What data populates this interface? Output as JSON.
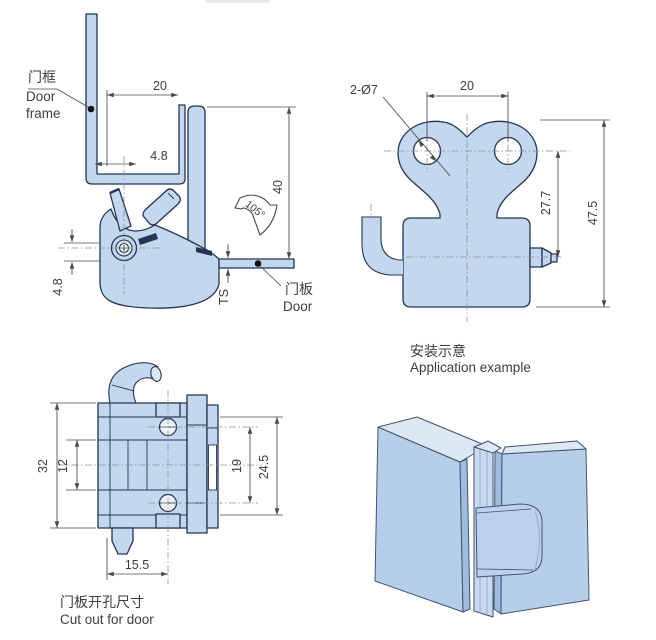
{
  "colors": {
    "part_fill": "#c3d7ee",
    "part_fill_light": "#dde8f5",
    "part_fill_mid": "#a6c1e1",
    "outline": "#243455",
    "dimension": "#4a4a4a",
    "centerline": "#8f8f8f",
    "label_text": "#3d3d3d"
  },
  "cross_section": {
    "frame_label_cn": "门框",
    "frame_label_en_line1": "Door",
    "frame_label_en_line2": "frame",
    "door_label_cn": "门板",
    "door_label_en": "Door",
    "dim_top_width": "20",
    "dim_pivot_offset": "4.8",
    "dim_height": "40",
    "dim_door_thickness": "TS",
    "dim_bottom_offset": "4.8",
    "open_angle": "105°"
  },
  "front_view": {
    "dim_holes": "2-Ø7",
    "dim_hole_pitch": "20",
    "dim_pin_offset": "27.7",
    "dim_total_height": "47.5"
  },
  "application": {
    "caption_cn": "安装示意",
    "caption_en": "Application example"
  },
  "cutout": {
    "caption_cn": "门板开孔尺寸",
    "caption_en": "Cut out for door",
    "dim_total_height": "32",
    "dim_body_height": "12",
    "dim_hole_pitch": "19",
    "dim_cutout_height": "24.5",
    "dim_cutout_width": "15.5"
  }
}
